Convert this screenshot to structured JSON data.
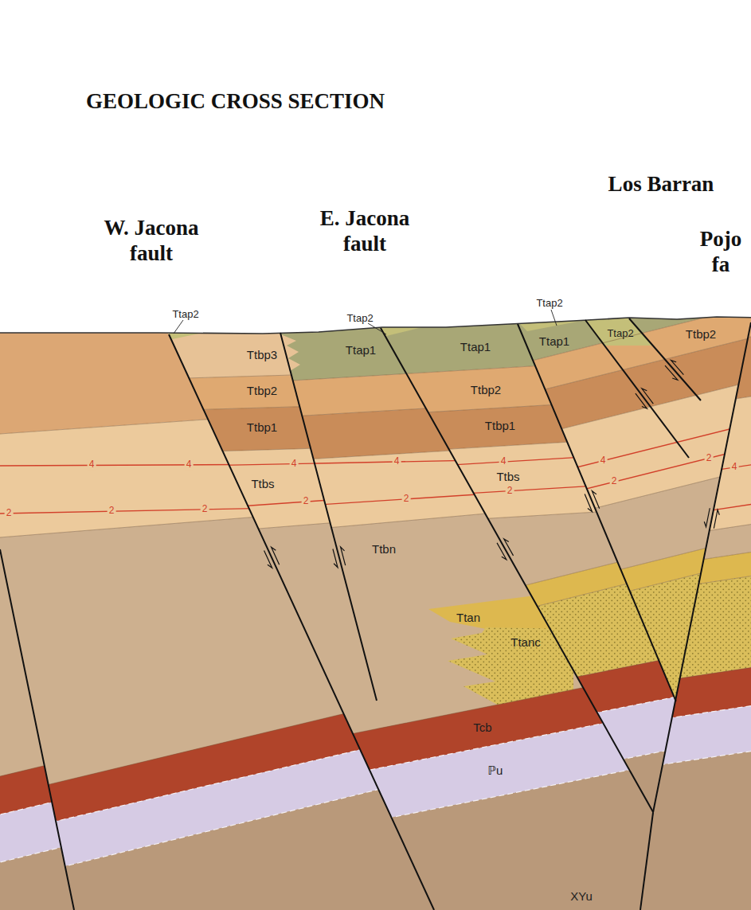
{
  "diagram": {
    "title": "GEOLOGIC CROSS SECTION",
    "labels": [
      "W. Jacona fault",
      "E. Jacona fault",
      "Los Barran",
      "Pojo fa",
      "Ttap2",
      "Ttap2",
      "Ttap2",
      "Ttbp3",
      "Ttap1",
      "Ttap1",
      "Ttap1",
      "Ttap2",
      "Ttbp2",
      "Ttbp2",
      "Ttbp2",
      "Ttbp1",
      "Ttbp1",
      "4",
      "4",
      "4",
      "4",
      "4",
      "4",
      "4",
      "2",
      "2",
      "2",
      "2",
      "2",
      "2",
      "2",
      "2",
      "Ttbs",
      "Ttbs",
      "Ttbn",
      "Ttan",
      "Ttanc",
      "Tcb",
      "ℙu",
      "XYu"
    ]
  }
}
